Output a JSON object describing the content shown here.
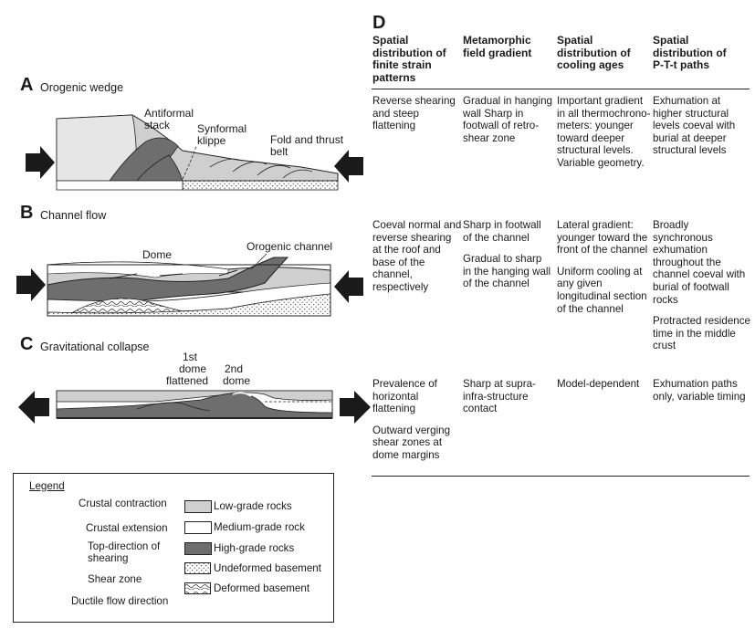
{
  "panels": {
    "a": {
      "letter": "A",
      "title": "Orogenic wedge",
      "labels": [
        "Antiformal",
        "stack",
        "Synformal",
        "klippe",
        "Fold and thrust",
        "belt"
      ]
    },
    "b": {
      "letter": "B",
      "title": "Channel flow",
      "labels": [
        "Dome",
        "Orogenic channel"
      ]
    },
    "c": {
      "letter": "C",
      "title": "Gravitational collapse",
      "labels": [
        "1st",
        "dome",
        "flattened",
        "2nd",
        "dome"
      ]
    },
    "d": {
      "letter": "D"
    }
  },
  "table": {
    "headers": [
      [
        "Spatial",
        "distribution of",
        "finite strain",
        "patterns"
      ],
      [
        "Metamorphic",
        "field gradient"
      ],
      [
        "Spatial",
        "distribution of",
        "cooling ages"
      ],
      [
        "Spatial",
        "distribution of",
        "P-T-t paths"
      ]
    ],
    "rows": [
      [
        [
          "Reverse shearing and steep flattening"
        ],
        [
          "Gradual in hanging wall Sharp in footwall of retro-shear zone"
        ],
        [
          "Important gradient in all thermochrono-meters: younger toward deeper structural levels. Variable geometry."
        ],
        [
          "Exhumation at higher structural levels coeval with burial at deeper structural levels"
        ]
      ],
      [
        [
          "Coeval normal and reverse shearing at the roof and base of the channel, respectively"
        ],
        [
          "Sharp in footwall of the channel",
          "Gradual to sharp in the hanging wall of the channel"
        ],
        [
          "Lateral gradient: younger toward the front of the channel",
          "Uniform cooling at any given longitudinal section of the channel"
        ],
        [
          "Broadly synchronous exhumation throughout the channel coeval with burial of footwall rocks",
          "Protracted residence time in the middle crust"
        ]
      ],
      [
        [
          "Prevalence of horizontal flattening",
          "Outward verging shear zones at dome margins"
        ],
        [
          "Sharp at supra-infra-structure contact"
        ],
        [
          "Model-dependent"
        ],
        [
          "Exhumation paths only, variable timing"
        ]
      ]
    ]
  },
  "legend": {
    "title": "Legend",
    "left_items": [
      "Crustal contraction",
      "Crustal extension",
      "Top-direction of",
      "shearing",
      "Shear zone",
      "Ductile flow direction"
    ],
    "right_items": [
      "Low-grade rocks",
      "Medium-grade rock",
      "High-grade rocks",
      "Undeformed basement",
      "Deformed basement"
    ]
  },
  "colors": {
    "low_grade": "#cfcfcf",
    "medium_grade": "#ffffff",
    "high_grade": "#6e6e6e",
    "arrow": "#1a1a1a"
  }
}
